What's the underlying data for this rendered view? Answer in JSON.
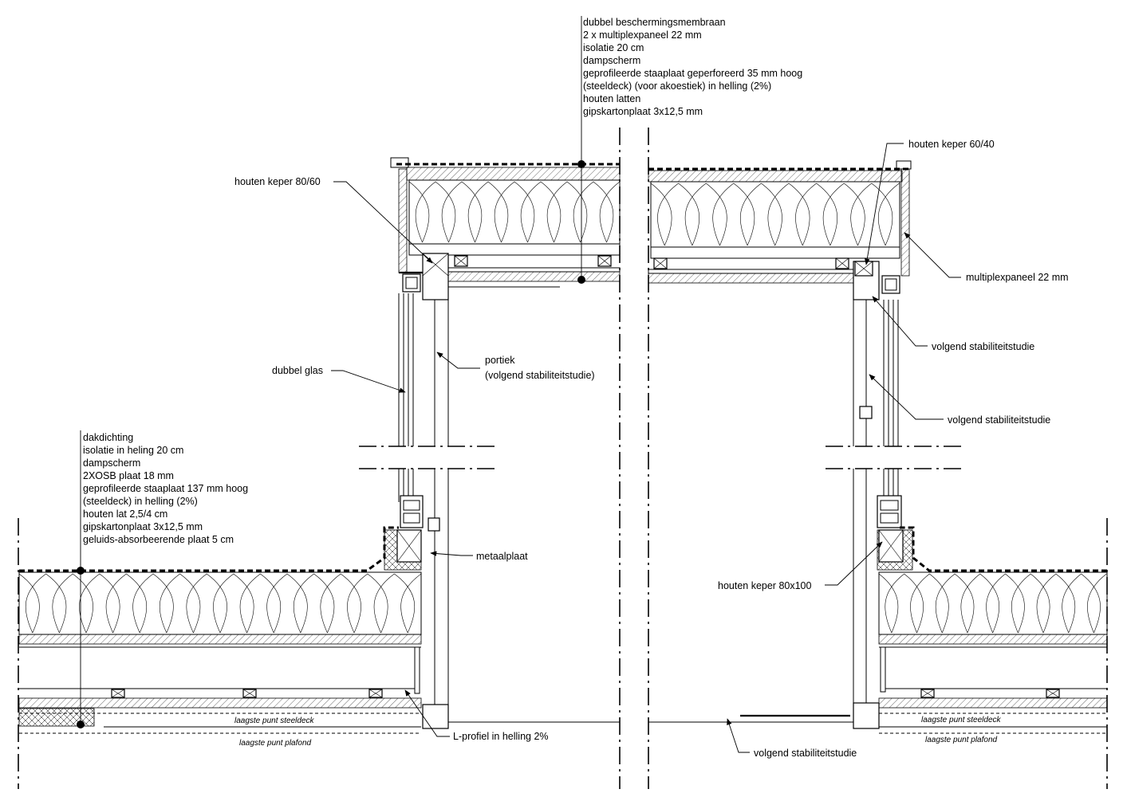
{
  "roof_upper_spec": [
    "dubbel beschermingsmembraan",
    "2 x multiplexpaneel 22 mm",
    "isolatie 20 cm",
    "dampscherm",
    "geprofileerde staaplaat geperforeerd 35 mm hoog",
    "(steeldeck) (voor akoestiek) in helling (2%)",
    "houten latten",
    "gipskartonplaat 3x12,5 mm"
  ],
  "roof_lower_spec": [
    "dakdichting",
    "isolatie in heling 20 cm",
    "dampscherm",
    "2XOSB plaat 18 mm",
    "geprofileerde staaplaat 137 mm hoog",
    "(steeldeck) in helling (2%)",
    "houten lat 2,5/4 cm",
    "gipskartonplaat 3x12,5 mm",
    "geluids-absorbeerende plaat 5 cm"
  ],
  "labels": {
    "houten_keper_80_60": "houten keper 80/60",
    "houten_keper_60_40": "houten keper 60/40",
    "multiplexpaneel": "multiplexpaneel 22 mm",
    "volgend_stab_1": "volgend stabiliteitstudie",
    "volgend_stab_2": "volgend stabiliteitstudie",
    "volgend_stab_3": "volgend stabiliteitstudie",
    "portiek_1": "portiek",
    "portiek_2": "(volgend stabiliteitstudie)",
    "dubbel_glas": "dubbel glas",
    "metaalplaat": "metaalplaat",
    "houten_keper_80x100": "houten keper 80x100",
    "l_profiel": "L-profiel in helling 2%",
    "laagste_steeldeck_left": "laagste punt steeldeck",
    "laagste_plafond_left": "laagste punt plafond",
    "laagste_steeldeck_right": "laagste punt steeldeck",
    "laagste_plafond_right": "laagste punt plafond"
  }
}
